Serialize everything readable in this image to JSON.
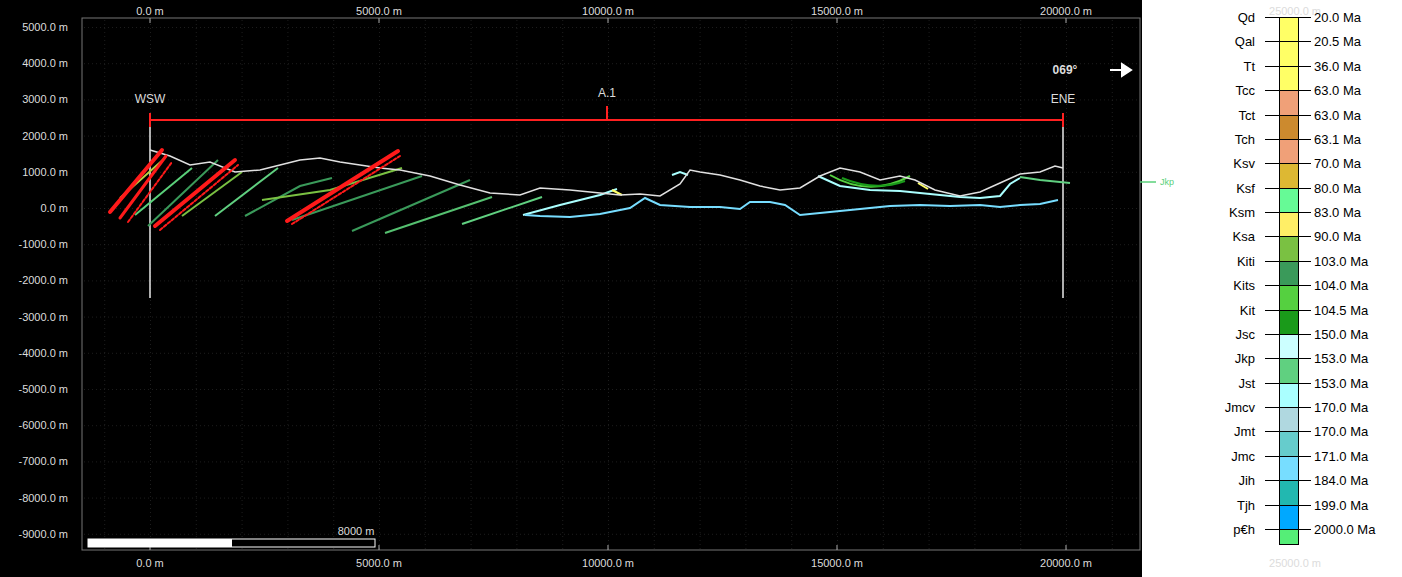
{
  "diagram": {
    "labels": [
      "0.0 m",
      "5000.0 m",
      "10000.0 m",
      "15000.0 m",
      "20000.0 m",
      "25000.0 m",
      "0.0 m",
      "5000.0 m",
      "10000.0 m",
      "15000.0 m",
      "20000.0 m",
      "25000.0 m",
      "5000.0 m",
      "4000.0 m",
      "3000.0 m",
      "2000.0 m",
      "1000.0 m",
      "0.0 m",
      "-1000.0 m",
      "-2000.0 m",
      "-3000.0 m",
      "-4000.0 m",
      "-5000.0 m",
      "-6000.0 m",
      "-7000.0 m",
      "-8000.0 m",
      "-9000.0 m",
      "WSW",
      "A.1",
      "ENE",
      "069°",
      "Jkp",
      "8000 m",
      "20.0 Ma",
      "20.5 Ma",
      "36.0 Ma",
      "63.0 Ma",
      "63.0 Ma",
      "63.1 Ma",
      "70.0 Ma",
      "80.0 Ma",
      "83.0 Ma",
      "90.0 Ma",
      "103.0 Ma",
      "104.0 Ma",
      "104.5 Ma",
      "150.0 Ma",
      "153.0 Ma",
      "153.0 Ma",
      "170.0 Ma",
      "170.0 Ma",
      "171.0 Ma",
      "184.0 Ma",
      "199.0 Ma",
      "2000.0 Ma"
    ],
    "legend": [
      {
        "text": "Qd",
        "color": "#ffff66"
      },
      {
        "text": "Qal",
        "color": "#ffff66"
      },
      {
        "text": "Tt",
        "color": "#ffff66"
      },
      {
        "text": "Tcc",
        "color": "#f0a078"
      },
      {
        "text": "Tct",
        "color": "#cc8a2e"
      },
      {
        "text": "Tch",
        "color": "#f0a078"
      },
      {
        "text": "Ksv",
        "color": "#ddb833"
      },
      {
        "text": "Ksf",
        "color": "#66fa96"
      },
      {
        "text": "Ksm",
        "color": "#ffee66"
      },
      {
        "text": "Ksa",
        "color": "#7ac142"
      },
      {
        "text": "Kiti",
        "color": "#3a9a5a"
      },
      {
        "text": "Kits",
        "color": "#55d040"
      },
      {
        "text": "Kit",
        "color": "#1a9a1a"
      },
      {
        "text": "Jsc",
        "color": "#ccffff"
      },
      {
        "text": "Jkp",
        "color": "#60d080"
      },
      {
        "text": "Jst",
        "color": "#aaffff"
      },
      {
        "text": "Jmcv",
        "color": "#b0d8e0"
      },
      {
        "text": "Jmt",
        "color": "#66cccc"
      },
      {
        "text": "Jmc",
        "color": "#77ddff"
      },
      {
        "text": "Jih",
        "color": "#22b8b0"
      },
      {
        "text": "Tjh",
        "color": "#00a8ff"
      },
      {
        "text": "p€h",
        "color": "#55ee77"
      }
    ]
  }
}
